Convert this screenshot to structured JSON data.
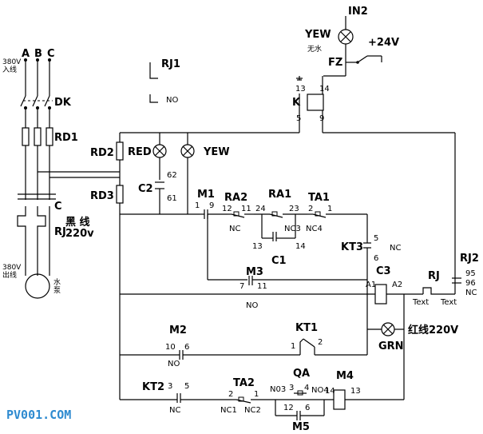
{
  "supply": {
    "phase_a": "A",
    "phase_b": "B",
    "phase_c": "C",
    "in_label": "380V\n入线",
    "out_label": "380V\n出线"
  },
  "components": {
    "dk": "DK",
    "rd1": "RD1",
    "rd2": "RD2",
    "rd3": "RD3",
    "c": "C",
    "rj_main": "RJ",
    "pump": "水\n泵",
    "rj1": "RJ1",
    "rj1_no": "NO",
    "in2": "IN2",
    "yew_top": "YEW",
    "wushui": "无水",
    "v24": "+24V",
    "fz": "FZ",
    "k": "K",
    "k13": "13",
    "k14": "14",
    "k5": "5",
    "k9": "9",
    "red": "RED",
    "yew": "YEW",
    "c2": "C2",
    "c2_62": "62",
    "c2_61": "61",
    "heixian": "黑 线",
    "v220": "220v",
    "m1": "M1",
    "m1_1": "1",
    "m1_9": "9",
    "ra2": "RA2",
    "ra2_12": "12",
    "ra2_11": "11",
    "ra2_nc": "NC",
    "ra1": "RA1",
    "ra1_24": "24",
    "ra1_23": "23",
    "ra1_nc3": "NC3",
    "ta1": "TA1",
    "ta1_2": "2",
    "ta1_1": "1",
    "ta1_nc4": "NC4",
    "c1": "C1",
    "c1_13": "13",
    "c1_14": "14",
    "kt3": "KT3",
    "kt3_5": "5",
    "kt3_6": "6",
    "kt3_nc": "NC",
    "c3": "C3",
    "a1": "A1",
    "a2": "A2",
    "rj_small": "RJ",
    "text1": "Text",
    "text2": "Text",
    "rj2": "RJ2",
    "rj2_95": "95",
    "rj2_96": "96",
    "rj2_nc": "NC",
    "m3": "M3",
    "m3_7": "7",
    "m3_11": "11",
    "m3_no": "NO",
    "hongxian": "红线220V",
    "grn": "GRN",
    "kt1": "KT1",
    "kt1_1": "1",
    "kt1_2": "2",
    "m2": "M2",
    "m2_10": "10",
    "m2_6": "6",
    "m2_no": "NO",
    "kt2": "KT2",
    "kt2_3": "3",
    "kt2_5": "5",
    "kt2_nc": "NC",
    "ta2": "TA2",
    "ta2_2": "2",
    "ta2_1": "1",
    "ta2_nc1": "NC1",
    "ta2_nc2": "NC2",
    "qa": "QA",
    "qa_no3": "N03",
    "qa_3": "3",
    "qa_4": "4",
    "qa_no4": "NO4",
    "m4": "M4",
    "m4_14": "14",
    "m4_13": "13",
    "m5": "M5",
    "m5_12": "12",
    "m5_6": "6"
  },
  "watermark": "PV001.COM"
}
